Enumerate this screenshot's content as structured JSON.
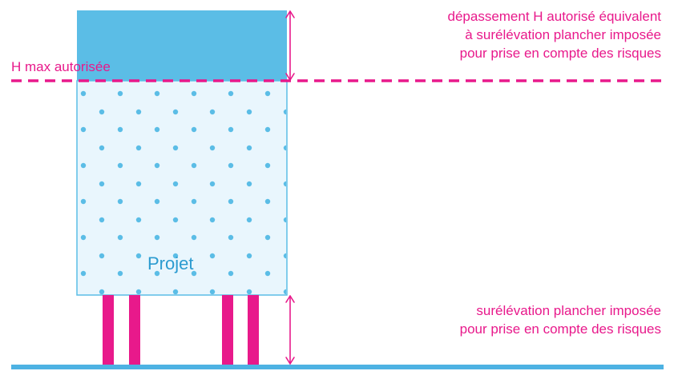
{
  "colors": {
    "magenta": "#e8198b",
    "blue": "#5bbde6",
    "project_fill": "#e9f6fd",
    "ground": "#4db2e3",
    "text_blue": "#2b9bd0"
  },
  "labels": {
    "h_max": "H max autorisée",
    "projet": "Projet",
    "overheight_note": [
      "dépassement H autorisé équivalent",
      "à surélévation plancher imposée",
      "pour prise en compte des risques"
    ],
    "raised_floor_note": [
      "surélévation plancher imposée",
      "pour prise en compte des risques"
    ]
  }
}
